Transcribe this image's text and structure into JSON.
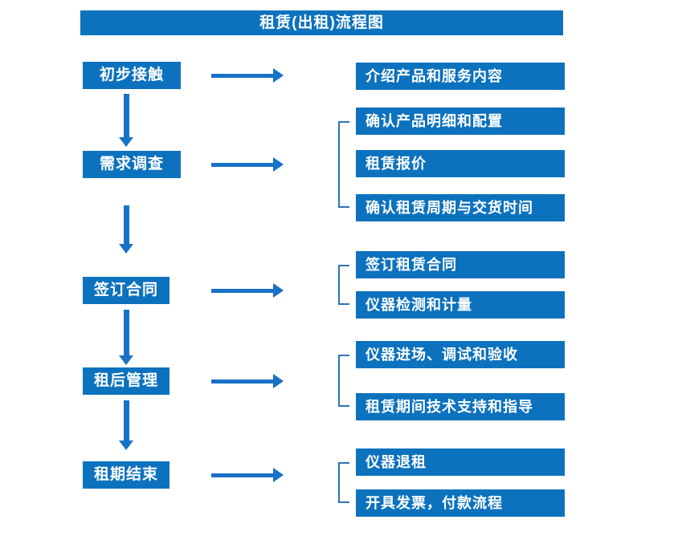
{
  "title": "租赁(出租)流程图",
  "colors": {
    "box": "#0C72BE",
    "arrow": "#1871C6",
    "bracket": "#2E74B5",
    "text": "#FFFFFF"
  },
  "stages": [
    {
      "label": "初步接触",
      "details": [
        "介绍产品和服务内容"
      ]
    },
    {
      "label": "需求调查",
      "details": [
        "确认产品明细和配置",
        "租赁报价",
        "确认租赁周期与交货时间"
      ]
    },
    {
      "label": "签订合同",
      "details": [
        "签订租赁合同",
        "仪器检测和计量"
      ]
    },
    {
      "label": "租后管理",
      "details": [
        "仪器进场、调试和验收",
        "租赁期间技术支持和指导"
      ]
    },
    {
      "label": "租期结束",
      "details": [
        "仪器退租",
        "开具发票，付款流程"
      ]
    }
  ]
}
